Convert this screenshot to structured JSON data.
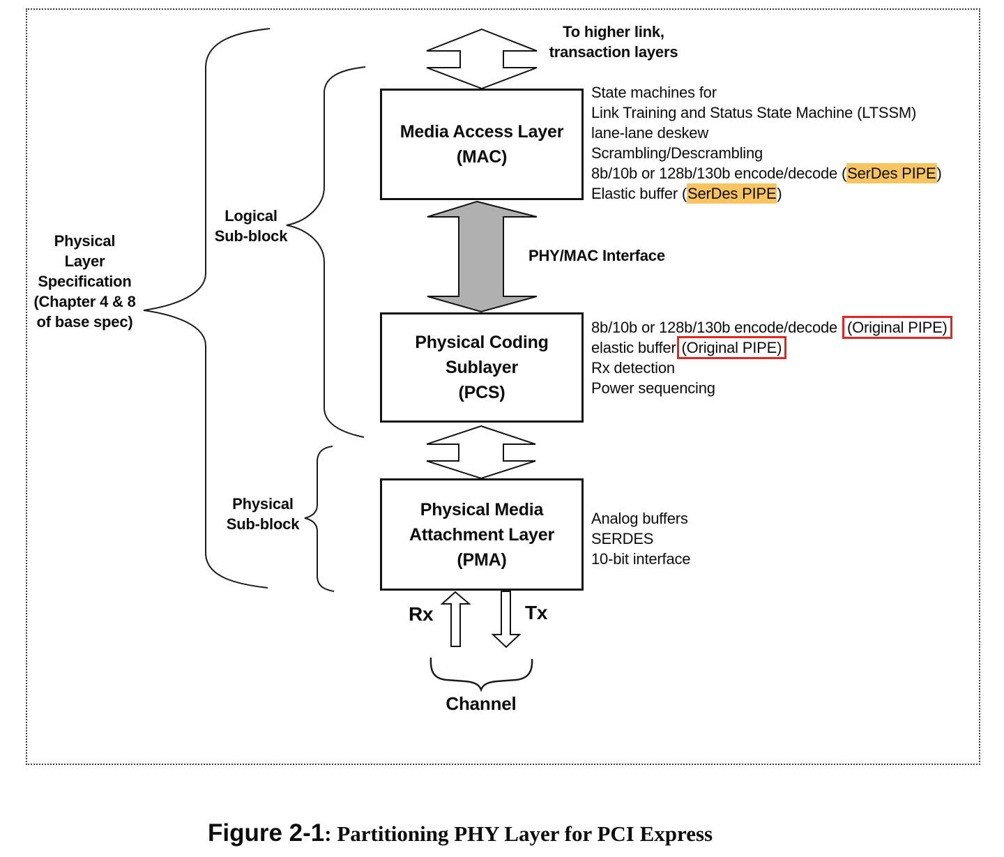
{
  "colors": {
    "highlight": "#F7C45F",
    "red_box": "#E52620",
    "arrow_gray": "#B0B0B0"
  },
  "top_label": {
    "line1": "To higher link,",
    "line2": "transaction layers"
  },
  "left": {
    "phy_spec": {
      "l1": "Physical",
      "l2": "Layer",
      "l3": "Specification",
      "l4": "(Chapter 4 & 8",
      "l5": "of base spec)"
    },
    "logical": {
      "l1": "Logical",
      "l2": "Sub-block"
    },
    "physical": {
      "l1": "Physical",
      "l2": "Sub-block"
    }
  },
  "boxes": {
    "mac": {
      "l1": "Media Access Layer",
      "l2": "(MAC)"
    },
    "pcs": {
      "l1": "Physical Coding",
      "l2": "Sublayer",
      "l3": "(PCS)"
    },
    "pma": {
      "l1": "Physical Media",
      "l2": "Attachment Layer",
      "l3": "(PMA)"
    }
  },
  "mac_notes": {
    "l1": "State machines for",
    "l2": "Link Training and Status State Machine (LTSSM)",
    "l3": "lane-lane deskew",
    "l4": "Scrambling/Descrambling",
    "l5_pre": "8b/10b or 128b/130b encode/decode (",
    "l5_hl": "SerDes PIPE",
    "l5_post": ")",
    "l6_pre": "Elastic buffer (",
    "l6_hl": "SerDes PIPE",
    "l6_post": ")"
  },
  "interface_label": "PHY/MAC Interface",
  "pcs_notes": {
    "l1_pre": "8b/10b or 128b/130b encode/decode ",
    "l1_boxed": "(Original PIPE)",
    "l2_pre": "elastic buffer",
    "l2_boxed": "(Original PIPE)",
    "l3": "Rx detection",
    "l4": "Power sequencing"
  },
  "pma_notes": {
    "l1": "Analog buffers",
    "l2": "SERDES",
    "l3": "10-bit interface"
  },
  "bottom": {
    "rx": "Rx",
    "tx": "Tx",
    "channel": "Channel"
  },
  "caption": {
    "label": "Figure 2-1",
    "title": ": Partitioning PHY Layer for PCI Express"
  }
}
